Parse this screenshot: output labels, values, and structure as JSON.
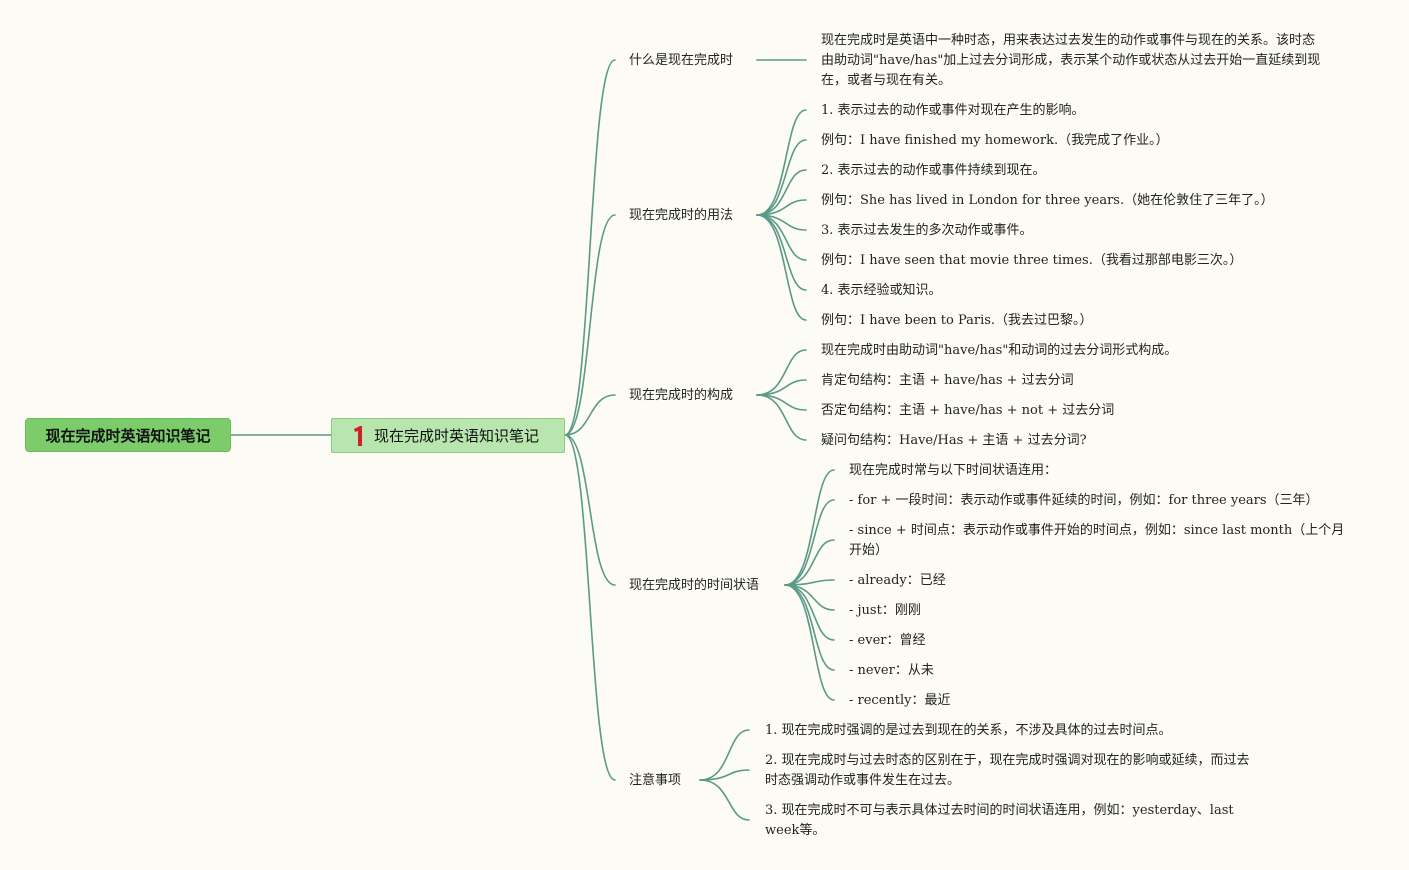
{
  "root": {
    "title": "现在完成时英语知识笔记"
  },
  "center": {
    "number": "1",
    "title": "现在完成时英语知识笔记"
  },
  "branches": [
    {
      "label": "什么是现在完成时",
      "leaves": [
        "现在完成时是英语中一种时态，用来表达过去发生的动作或事件与现在的关系。该时态由助动词\"have/has\"加上过去分词形成，表示某个动作或状态从过去开始一直延续到现在，或者与现在有关。"
      ]
    },
    {
      "label": "现在完成时的用法",
      "leaves": [
        "1. 表示过去的动作或事件对现在产生的影响。",
        "例句：I have finished my homework.（我完成了作业。）",
        "2. 表示过去的动作或事件持续到现在。",
        "例句：She has lived in London for three years.（她在伦敦住了三年了。）",
        "3. 表示过去发生的多次动作或事件。",
        "例句：I have seen that movie three times.（我看过那部电影三次。）",
        "4. 表示经验或知识。",
        "例句：I have been to Paris.（我去过巴黎。）"
      ]
    },
    {
      "label": "现在完成时的构成",
      "leaves": [
        "现在完成时由助动词\"have/has\"和动词的过去分词形式构成。",
        "肯定句结构：主语 + have/has + 过去分词",
        "否定句结构：主语 + have/has + not + 过去分词",
        "疑问句结构：Have/Has + 主语 + 过去分词?"
      ]
    },
    {
      "label": "现在完成时的时间状语",
      "leaves": [
        "现在完成时常与以下时间状语连用：",
        "- for + 一段时间：表示动作或事件延续的时间，例如：for three years（三年）",
        "- since + 时间点：表示动作或事件开始的时间点，例如：since last month（上个月开始）",
        "- already：已经",
        "- just：刚刚",
        "- ever：曾经",
        "- never：从未",
        "- recently：最近"
      ]
    },
    {
      "label": "注意事项",
      "leaves": [
        "1. 现在完成时强调的是过去到现在的关系，不涉及具体的过去时间点。",
        "2. 现在完成时与过去时态的区别在于，现在完成时强调对现在的影响或延续，而过去时态强调动作或事件发生在过去。",
        "3. 现在完成时不可与表示具体过去时间的时间状语连用，例如：yesterday、last week等。"
      ]
    }
  ],
  "colors": {
    "background": "#fdfcf4",
    "line": "#5a9a88",
    "root_fill": "#7ccc6c",
    "center_fill": "#b9e6ae",
    "number_icon": "#d0212b"
  }
}
